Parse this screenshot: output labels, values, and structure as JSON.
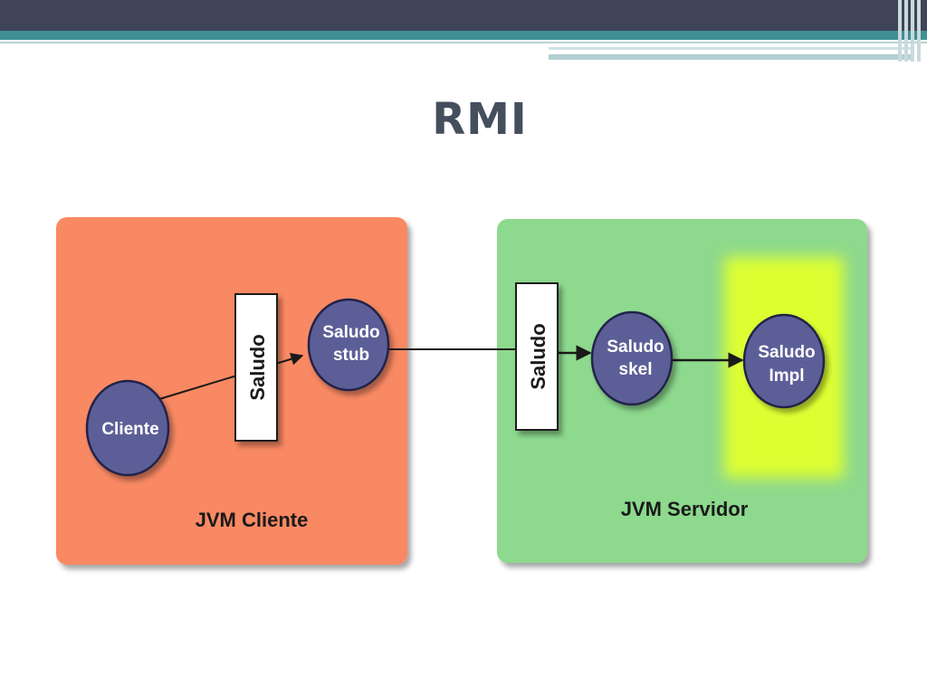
{
  "slide": {
    "title": "RMI"
  },
  "colors": {
    "title_text": "#454e5d",
    "topbar_dark": "#3f4458",
    "topbar_teal": "#3f8f95",
    "client_box": "#f98964",
    "server_box": "#8dd98d",
    "impl_highlight": "#ddff33",
    "node_fill": "#5c5e97",
    "node_stroke": "#22234a",
    "interface_fill": "#ffffff",
    "edge": "#1a1a1a"
  },
  "diagram": {
    "client_jvm": {
      "label": "JVM Cliente"
    },
    "server_jvm": {
      "label": "JVM Servidor"
    },
    "nodes": {
      "cliente": {
        "lines": [
          "Cliente"
        ]
      },
      "stub": {
        "lines": [
          "Saludo",
          "stub"
        ]
      },
      "skel": {
        "lines": [
          "Saludo",
          "skel"
        ]
      },
      "impl": {
        "lines": [
          "Saludo",
          "Impl"
        ]
      }
    },
    "interfaces": {
      "client_side": {
        "label": "Saludo"
      },
      "server_side": {
        "label": "Saludo"
      }
    },
    "edges": [
      {
        "from": "cliente",
        "to": "client_side_interface"
      },
      {
        "from": "stub",
        "to": "server_side_interface"
      },
      {
        "from": "server_side_interface",
        "to": "skel"
      },
      {
        "from": "skel",
        "to": "impl"
      }
    ]
  }
}
